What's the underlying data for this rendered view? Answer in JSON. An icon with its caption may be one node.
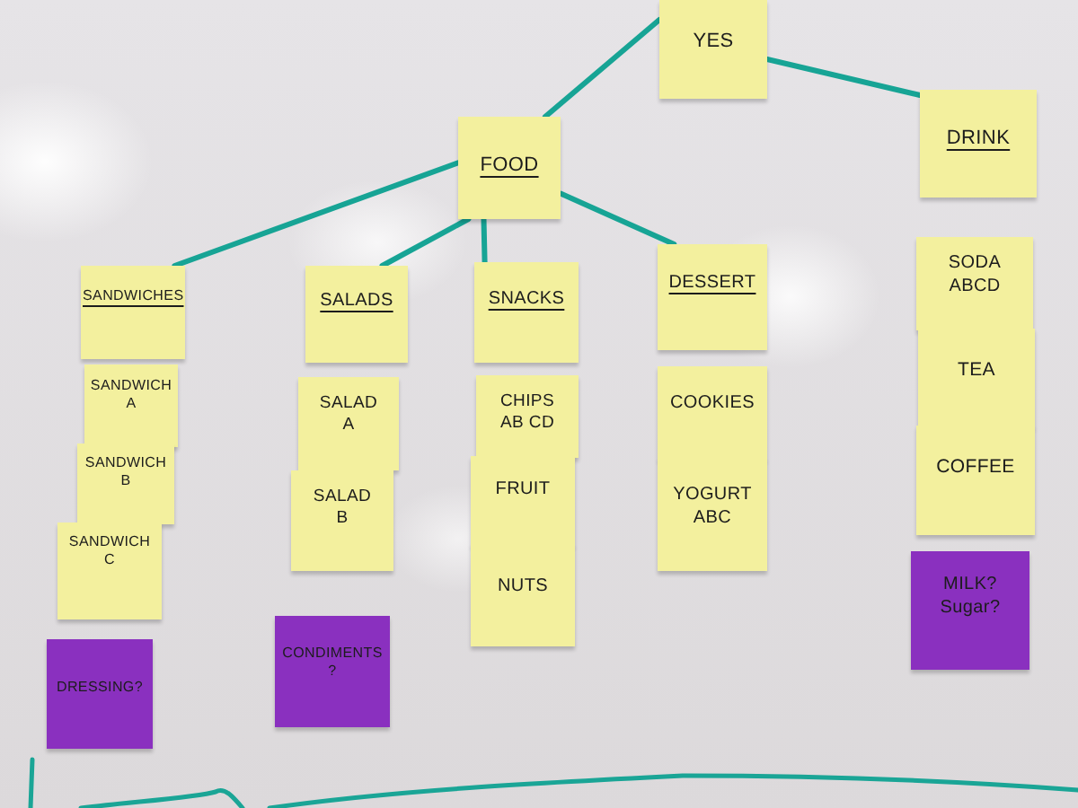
{
  "diagram": {
    "nodes": [
      {
        "text": [
          "YES"
        ]
      },
      {
        "text": [
          "FOOD"
        ]
      },
      {
        "text": [
          "DRINK"
        ]
      },
      {
        "text": [
          "SANDWICHES"
        ]
      },
      {
        "text": [
          "SANDWICH A"
        ]
      },
      {
        "text": [
          "SANDWICH B"
        ]
      },
      {
        "text": [
          "SANDWICH C"
        ]
      },
      {
        "text": [
          "DRESSING?"
        ]
      },
      {
        "text": [
          "SALADS"
        ]
      },
      {
        "text": [
          "SALAD A"
        ]
      },
      {
        "text": [
          "SALAD B"
        ]
      },
      {
        "text": [
          "CONDIMENTS ?"
        ]
      },
      {
        "text": [
          "SNACKS"
        ]
      },
      {
        "text": [
          "CHIPS AB CD"
        ]
      },
      {
        "text": [
          "FRUIT"
        ]
      },
      {
        "text": [
          "NUTS"
        ]
      },
      {
        "text": [
          "DESSERT"
        ]
      },
      {
        "text": [
          "COOKIES"
        ]
      },
      {
        "text": [
          "YOGURT ABC"
        ]
      },
      {
        "text": [
          "SODA ABCD"
        ]
      },
      {
        "text": [
          "TEA"
        ]
      },
      {
        "text": [
          "COFFEE"
        ]
      },
      {
        "text": [
          "MILK? Sugar?"
        ]
      }
    ],
    "edges": [
      {
        "from": 0,
        "to": 1,
        "arrow": "none"
      },
      {
        "from": 0,
        "to": 2,
        "arrow": "none"
      },
      {
        "from": 1,
        "to": 3,
        "arrow": "none"
      },
      {
        "from": 1,
        "to": 8,
        "arrow": "none"
      },
      {
        "from": 1,
        "to": 12,
        "arrow": "none"
      },
      {
        "from": 1,
        "to": 16,
        "arrow": "none"
      }
    ]
  }
}
